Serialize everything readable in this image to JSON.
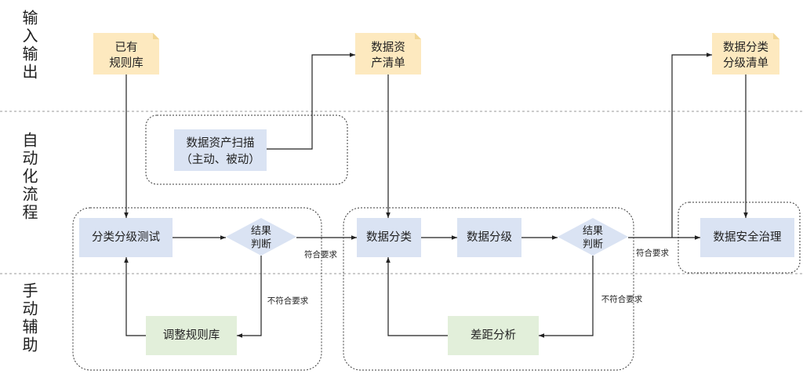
{
  "lanes": {
    "io": "输入输出",
    "auto": "自动化流程",
    "manual": "手动辅助"
  },
  "inputs": {
    "rule_library": [
      "已有",
      "规则库"
    ],
    "asset_list": [
      "数据资",
      "产清单"
    ],
    "classification_list": [
      "数据分类",
      "分级清单"
    ]
  },
  "process": {
    "asset_scan": [
      "数据资产扫描",
      "（主动、被动）"
    ],
    "classification_test": "分类分级测试",
    "result_check_1": [
      "结果",
      "判断"
    ],
    "data_classification": "数据分类",
    "data_grading": "数据分级",
    "result_check_2": [
      "结果",
      "判断"
    ],
    "security_governance": "数据安全治理",
    "adjust_rules": "调整规则库",
    "gap_analysis": "差距分析"
  },
  "edge_labels": {
    "pass_1": "符合要求",
    "fail_1": "不符合要求",
    "pass_2": "符合要求",
    "fail_2": "不符合要求"
  },
  "colors": {
    "process_fill": "#dae3f3",
    "manual_fill": "#e2efda",
    "document_fill": "#fde9bf",
    "document_fold": "#f2d795"
  }
}
